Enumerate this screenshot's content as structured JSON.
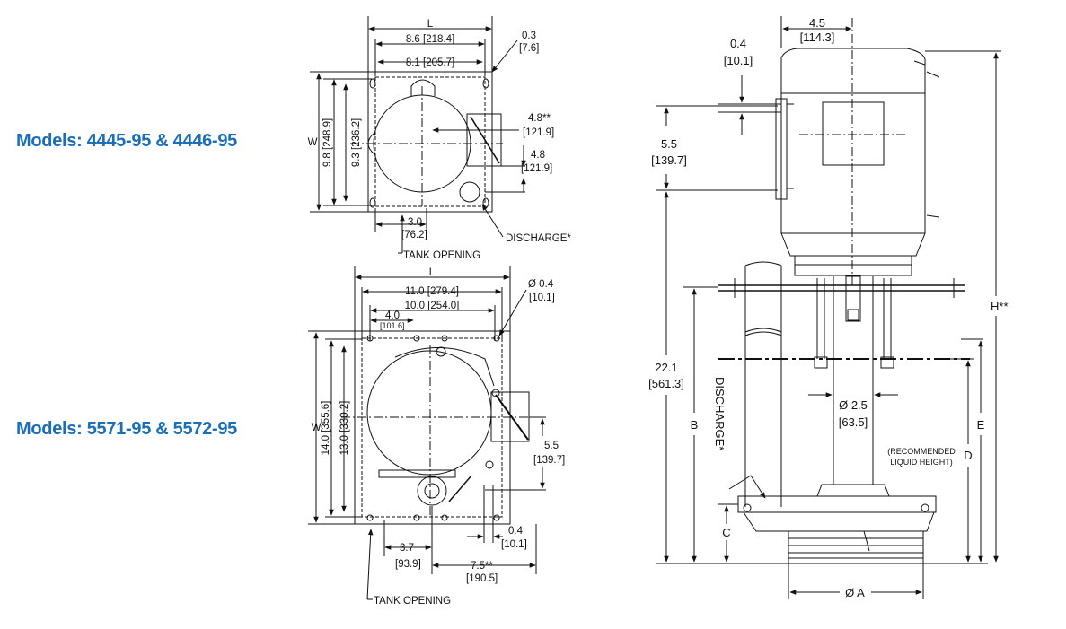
{
  "models": {
    "top": "Models: 4445-95 & 4446-95",
    "bottom": "Models: 5571-95 & 5572-95"
  },
  "top_view_1": {
    "L": "L",
    "d86": "8.6 [218.4]",
    "d81": "8.1 [205.7]",
    "d03a": "0.3",
    "d03b": "[7.6]",
    "W": "W",
    "d98": "9.8 [248.9]",
    "d93": "9.3 [236.2]",
    "d48sa": "4.8**",
    "d48sb": "[121.9]",
    "d48a": "4.8",
    "d48b": "[121.9]",
    "d30a": "3.0",
    "d30b": "[76.2]",
    "discharge": "DISCHARGE*",
    "tank": "TANK OPENING"
  },
  "top_view_2": {
    "L": "L",
    "d11": "11.0 [279.4]",
    "d10": "10.0 [254.0]",
    "d40a": "4.0",
    "d40b": "[101.6]",
    "d04a": "Ø 0.4",
    "d04b": "[10.1]",
    "W": "W",
    "d14": "14.0 [355.6]",
    "d13": "13.0 [330.2]",
    "d55a": "5.5",
    "d55b": "[139.7]",
    "d37a": "3.7",
    "d37b": "[93.9]",
    "d04ca": "0.4",
    "d04cb": "[10.1]",
    "d75a": "7.5**",
    "d75b": "[190.5]",
    "tank": "TANK OPENING"
  },
  "side_view": {
    "d45a": "4.5",
    "d45b": "[114.3]",
    "d04a": "0.4",
    "d04b": "[10.1]",
    "d55a": "5.5",
    "d55b": "[139.7]",
    "d221a": "22.1",
    "d221b": "[561.3]",
    "B": "B",
    "C": "C",
    "discharge": "DISCHARGE*",
    "d25a": "Ø 2.5",
    "d25b": "[63.5]",
    "rec1": "(RECOMMENDED",
    "rec2": "LIQUID HEIGHT)",
    "D": "D",
    "E": "E",
    "H": "H**",
    "A": "Ø A"
  }
}
